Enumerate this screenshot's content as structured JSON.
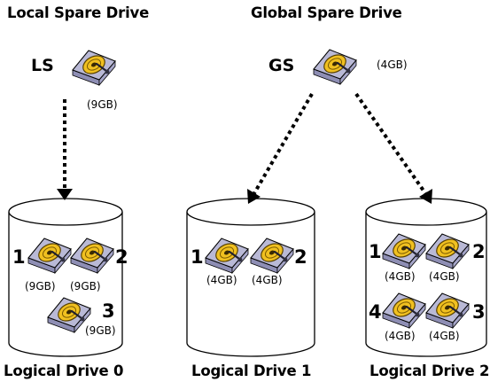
{
  "headings": {
    "local": "Local Spare Drive",
    "global": "Global Spare Drive"
  },
  "local_spare": {
    "tag": "LS",
    "size": "(9GB)"
  },
  "global_spare": {
    "tag": "GS",
    "size": "(4GB)"
  },
  "logical_drives": [
    {
      "label": "Logical Drive 0",
      "disks": [
        {
          "num": "1",
          "size": "(9GB)"
        },
        {
          "num": "2",
          "size": "(9GB)"
        },
        {
          "num": "3",
          "size": "(9GB)"
        }
      ]
    },
    {
      "label": "Logical Drive 1",
      "disks": [
        {
          "num": "1",
          "size": "(4GB)"
        },
        {
          "num": "2",
          "size": "(4GB)"
        }
      ]
    },
    {
      "label": "Logical Drive 2",
      "disks": [
        {
          "num": "1",
          "size": "(4GB)"
        },
        {
          "num": "2",
          "size": "(4GB)"
        },
        {
          "num": "4",
          "size": "(4GB)"
        },
        {
          "num": "3",
          "size": "(4GB)"
        }
      ]
    }
  ],
  "colors": {
    "disk_body": "#b9b9d6",
    "platter": "#f0c020",
    "platter_ring": "#5a4300",
    "outline": "#000000"
  },
  "icon": "hard-drive-icon"
}
